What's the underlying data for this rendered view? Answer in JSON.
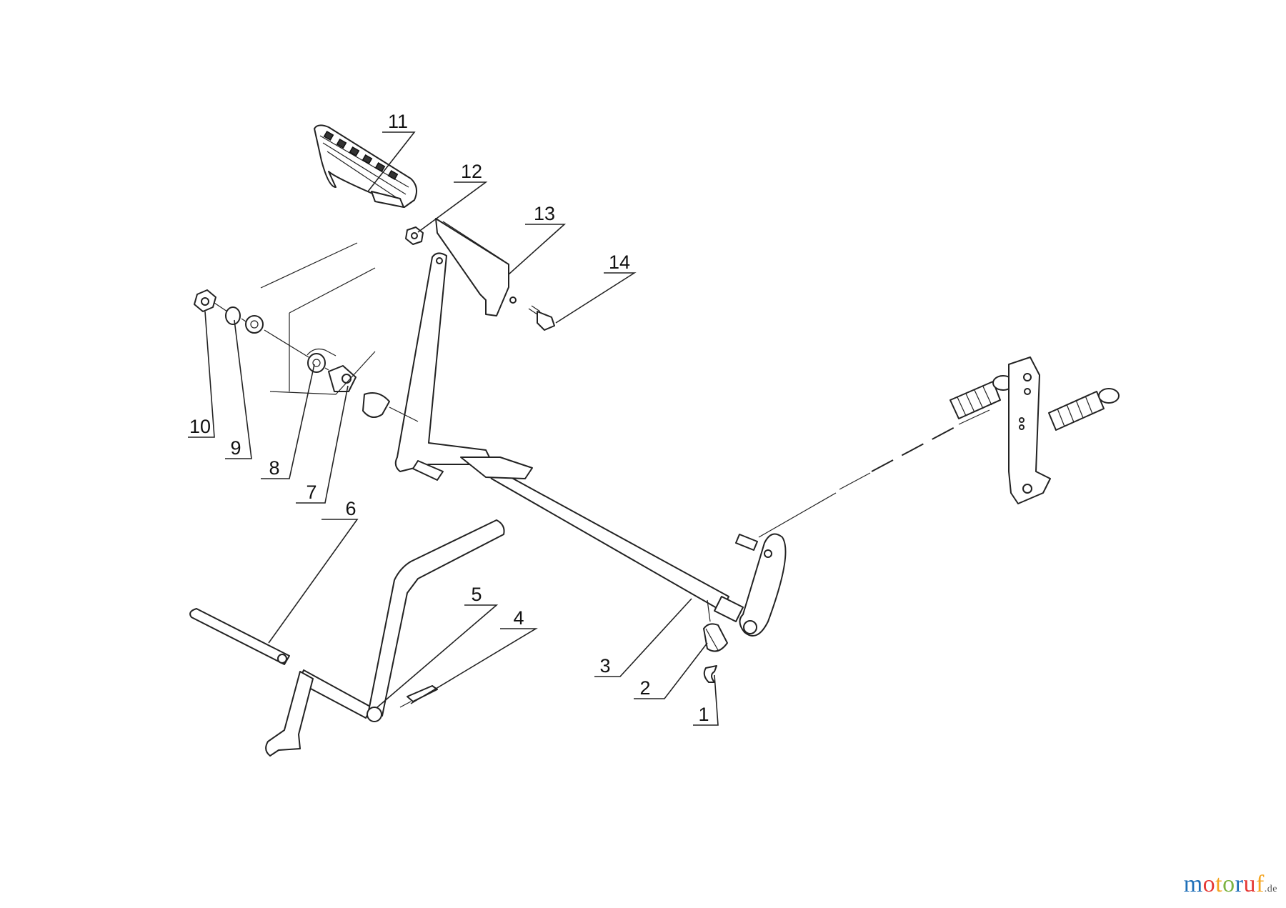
{
  "callouts": [
    {
      "id": "1",
      "label": "1"
    },
    {
      "id": "2",
      "label": "2"
    },
    {
      "id": "3",
      "label": "3"
    },
    {
      "id": "4",
      "label": "4"
    },
    {
      "id": "5",
      "label": "5"
    },
    {
      "id": "6",
      "label": "6"
    },
    {
      "id": "7",
      "label": "7"
    },
    {
      "id": "8",
      "label": "8"
    },
    {
      "id": "9",
      "label": "9"
    },
    {
      "id": "10",
      "label": "10"
    },
    {
      "id": "11",
      "label": "11"
    },
    {
      "id": "12",
      "label": "12"
    },
    {
      "id": "13",
      "label": "13"
    },
    {
      "id": "14",
      "label": "14"
    }
  ],
  "watermark": {
    "letters": [
      "m",
      "o",
      "t",
      "o",
      "r",
      "u",
      "f"
    ],
    "letter_colors": [
      "#1f6fb8",
      "#e53935",
      "#f5a623",
      "#7cb342",
      "#1f6fb8",
      "#e53935",
      "#f5a623"
    ],
    "tld": ".de"
  }
}
